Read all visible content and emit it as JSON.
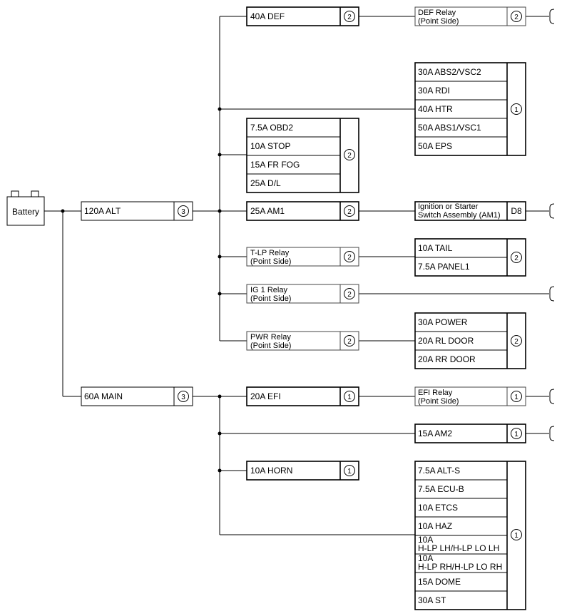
{
  "battery": "Battery",
  "main_fuses": {
    "alt": {
      "label": "120A ALT",
      "circle": "3"
    },
    "main": {
      "label": "60A MAIN",
      "circle": "3"
    }
  },
  "alt_branch": {
    "def": {
      "label": "40A DEF",
      "circle": "2"
    },
    "def_relay": {
      "line1": "DEF Relay",
      "line2": "(Point Side)",
      "circle": "2"
    },
    "htr_group": {
      "items": [
        "30A ABS2/VSC2",
        "30A RDI",
        "40A HTR",
        "50A ABS1/VSC1",
        "50A EPS"
      ],
      "circle": "1"
    },
    "obd_group": {
      "items": [
        "7.5A OBD2",
        "10A STOP",
        "15A FR FOG",
        "25A D/L"
      ],
      "circle": "2"
    },
    "am1": {
      "label": "25A AM1",
      "circle": "2"
    },
    "ignition": {
      "line1": "Ignition or Starter",
      "line2": "Switch Assembly (AM1)",
      "connector": "D8"
    },
    "tlp_relay": {
      "line1": "T-LP Relay",
      "line2": "(Point Side)",
      "circle": "2"
    },
    "tail_group": {
      "items": [
        "10A TAIL",
        "7.5A PANEL1"
      ],
      "circle": "2"
    },
    "ig1_relay": {
      "line1": "IG 1 Relay",
      "line2": "(Point Side)",
      "circle": "2"
    },
    "pwr_relay": {
      "line1": "PWR Relay",
      "line2": "(Point Side)",
      "circle": "2"
    },
    "power_group": {
      "items": [
        "30A POWER",
        "20A RL DOOR",
        "20A RR DOOR"
      ],
      "circle": "2"
    }
  },
  "main_branch": {
    "efi": {
      "label": "20A EFI",
      "circle": "1"
    },
    "efi_relay": {
      "line1": "EFI Relay",
      "line2": "(Point Side)",
      "circle": "1"
    },
    "am2": {
      "label": "15A AM2",
      "circle": "1"
    },
    "horn": {
      "label": "10A HORN",
      "circle": "1"
    },
    "alts_group": {
      "items": [
        "7.5A ALT-S",
        "7.5A ECU-B",
        "10A ETCS",
        "10A HAZ",
        "10A",
        "H-LP LH/H-LP LO LH",
        "10A",
        "H-LP RH/H-LP LO RH",
        "15A DOME",
        "30A ST"
      ],
      "circle": "1"
    }
  }
}
